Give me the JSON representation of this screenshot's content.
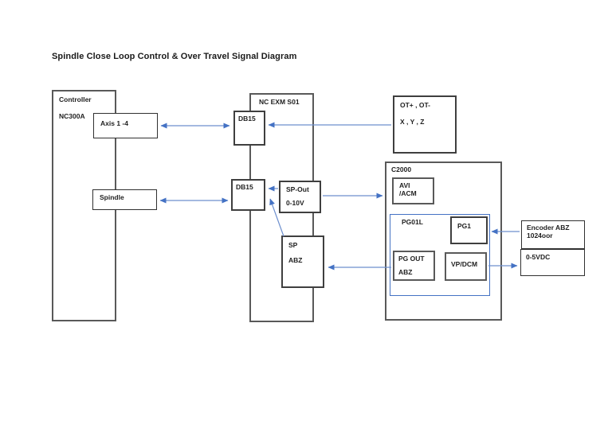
{
  "title": "Spindle Close Loop Control & Over Travel Signal Diagram",
  "colors": {
    "arrow_blue": "#4472c4",
    "outer_box_border": "#595959",
    "inner_box_border": "#3f3f3f",
    "pg01l_border_blue": "#4472c4",
    "background": "#ffffff"
  },
  "nodes": {
    "controller": {
      "label": "Controller",
      "sublabel": "NC300A"
    },
    "axis": {
      "label": "Axis 1 -4"
    },
    "spindle": {
      "label": "Spindle"
    },
    "nc_exm": {
      "label": "NC EXM S01"
    },
    "db15_top": {
      "label": "DB15"
    },
    "db15_bottom": {
      "label": "DB15"
    },
    "sp_out": {
      "label": "SP-Out",
      "sublabel": "0-10V"
    },
    "sp_abz": {
      "label": "SP",
      "sublabel": "ABZ"
    },
    "ot": {
      "label": "OT+  , OT-",
      "sublabel": "X , Y , Z"
    },
    "c2000": {
      "label": "C2000"
    },
    "avi_acm": {
      "label": "AVI",
      "sublabel": "/ACM"
    },
    "pg01l": {
      "label": "PG01L"
    },
    "pg1": {
      "label": "PG1"
    },
    "pg_out": {
      "label": "PG OUT",
      "sublabel": "ABZ"
    },
    "vp_dcm": {
      "label": "VP/DCM"
    },
    "encoder": {
      "label": "Encoder ABZ",
      "sublabel": "1024oor"
    },
    "vdc": {
      "label": "0-5VDC"
    }
  }
}
